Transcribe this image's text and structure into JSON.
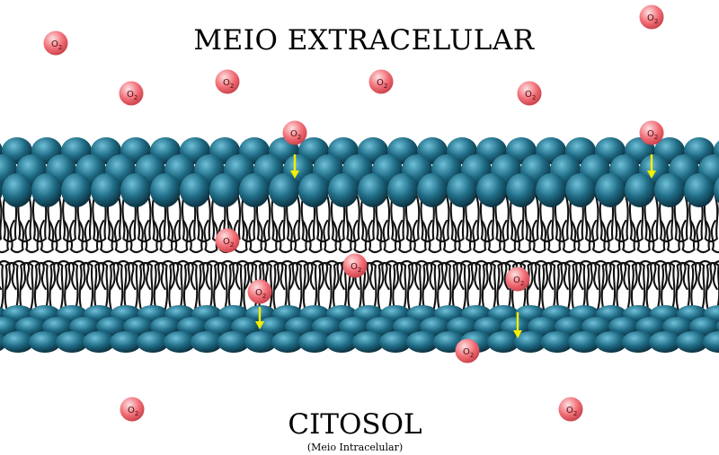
{
  "labels": {
    "extracellular": "MEIO EXTRACELULAR",
    "cytosol": "CITOSOL",
    "cytosol_note": "(Meio Intracelular)"
  },
  "molecule": {
    "symbol": "O",
    "subscript": "2"
  },
  "colors": {
    "background": "#ffffff",
    "phospholipid_head": "#1f6b85",
    "phospholipid_head_highlight": "#6ec0d8",
    "phospholipid_head_shadow": "#0b2f3d",
    "lipid_tail": "#111111",
    "oxygen_molecule": "#f16d75",
    "oxygen_molecule_highlight": "#fde0e2",
    "oxygen_molecule_text": "#4a1015",
    "diffusion_arrow": "#f5ef00"
  }
}
